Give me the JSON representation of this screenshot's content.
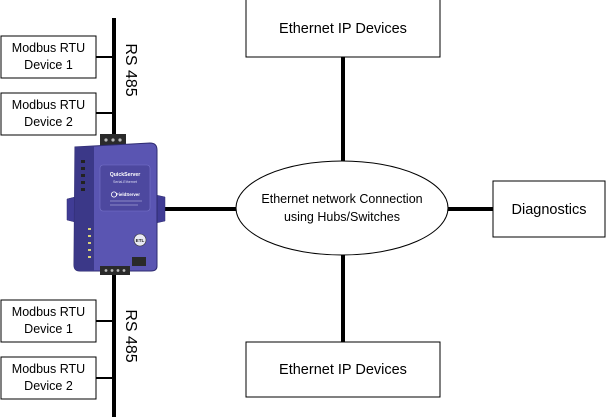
{
  "top_bus": {
    "label": "RS 485",
    "devices": [
      {
        "line1": "Modbus RTU",
        "line2": "Device 1"
      },
      {
        "line1": "Modbus RTU",
        "line2": "Device 2"
      }
    ]
  },
  "bottom_bus": {
    "label": "RS 485",
    "devices": [
      {
        "line1": "Modbus RTU",
        "line2": "Device 1"
      },
      {
        "line1": "Modbus RTU",
        "line2": "Device 2"
      }
    ]
  },
  "gateway": {
    "brand": "QuickServer",
    "subtitle": "Serial-Ethernet",
    "logo": "FieldServer",
    "badge": "ETL",
    "colors": {
      "body": "#5a55b2",
      "body_dark": "#3b3888"
    }
  },
  "network": {
    "line1": "Ethernet network Connection",
    "line2": "using Hubs/Switches"
  },
  "ethernet_top": {
    "label": "Ethernet IP Devices"
  },
  "ethernet_bottom": {
    "label": "Ethernet IP Devices"
  },
  "diagnostics": {
    "label": "Diagnostics"
  }
}
